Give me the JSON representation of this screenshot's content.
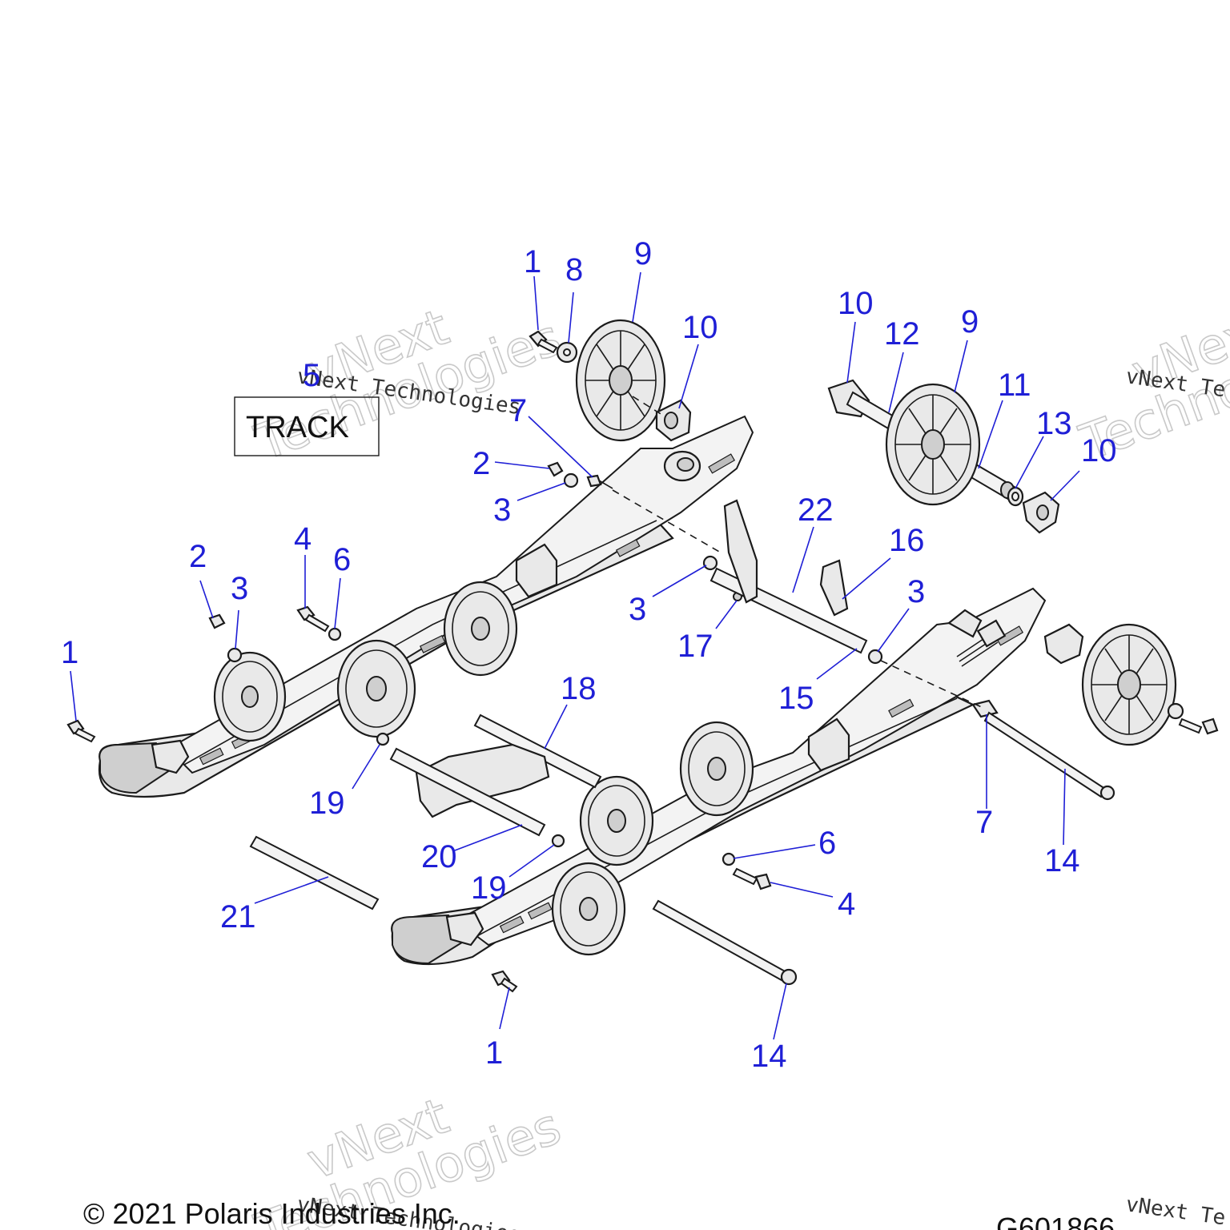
{
  "track_label": "TRACK",
  "copyright": "© 2021 Polaris Industries Inc.",
  "drawing_number": "G601866",
  "watermark": {
    "line1": "vNext",
    "line2": "Technologies",
    "full": "vNext Technologies",
    "partial": "vNext Te"
  },
  "callouts": {
    "c1a": "1",
    "c1b": "1",
    "c1c": "1",
    "c2a": "2",
    "c2b": "2",
    "c3a": "3",
    "c3b": "3",
    "c3c": "3",
    "c3d": "3",
    "c4a": "4",
    "c4b": "4",
    "c5": "5",
    "c6a": "6",
    "c6b": "6",
    "c7a": "7",
    "c7b": "7",
    "c8": "8",
    "c9a": "9",
    "c9b": "9",
    "c10a": "10",
    "c10b": "10",
    "c10c": "10",
    "c11": "11",
    "c12": "12",
    "c13": "13",
    "c14a": "14",
    "c14b": "14",
    "c15": "15",
    "c16": "16",
    "c17": "17",
    "c18": "18",
    "c19a": "19",
    "c19b": "19",
    "c20": "20",
    "c21": "21",
    "c22": "22"
  },
  "colors": {
    "callout": "#1f1fd6",
    "line": "#1b1b1b",
    "watermark": "#c9c9c9"
  }
}
